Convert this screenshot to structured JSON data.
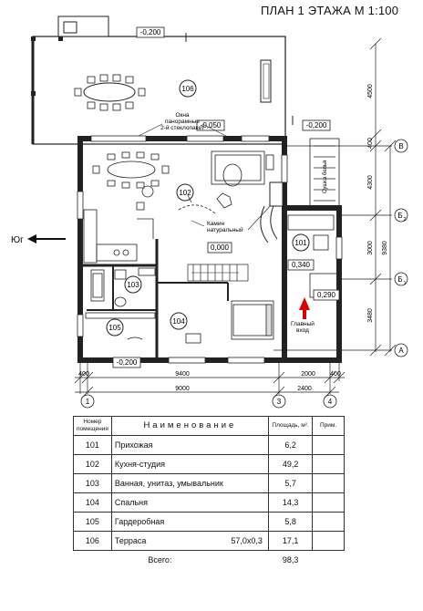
{
  "title": "ПЛАН 1 ЭТАЖА М 1:100",
  "labels": {
    "south": "Юг",
    "windows": [
      "Окна",
      "панорамные",
      "2-й стеклопакет"
    ],
    "fireplace": [
      "Камин",
      "натуральный"
    ],
    "entrance": [
      "Главный",
      "вход"
    ],
    "sauna": "Сушка белья"
  },
  "levels": {
    "terrace_top": "-0,200",
    "terrace_step": "-0,050",
    "right_top": "-0,200",
    "floor": "0,000",
    "porch": "0,340",
    "porch_step": "0,290",
    "bottom": "-0,200"
  },
  "rooms": {
    "r101": "101",
    "r102": "102",
    "r103": "103",
    "r104": "104",
    "r105": "105",
    "r106": "106"
  },
  "dims": {
    "v1": "4500",
    "v2": "400",
    "v3": "4300",
    "v4": "3000",
    "v5": "9380",
    "v6": "3480",
    "h1": "400",
    "h2": "9400",
    "h3": "2000",
    "h4": "400",
    "h5": "9000",
    "h6": "2400"
  },
  "axes": {
    "B": "В",
    "B2": "Б",
    "B2sub": "2",
    "B1": "Б",
    "B1sub": "1",
    "A": "А",
    "n1": "1",
    "n3": "3",
    "n4": "4"
  },
  "table": {
    "headers": {
      "num": "Номер помещения",
      "name": "Наименование",
      "area": "Площадь, м².",
      "note": "Прим."
    },
    "rows": [
      {
        "num": "101",
        "name": "Прихожая",
        "extra": "",
        "area": "6,2"
      },
      {
        "num": "102",
        "name": "Кухня-студия",
        "extra": "",
        "area": "49,2"
      },
      {
        "num": "103",
        "name": "Ванная, унитаз, умывальник",
        "extra": "",
        "area": "5,7"
      },
      {
        "num": "104",
        "name": "Спальня",
        "extra": "",
        "area": "14,3"
      },
      {
        "num": "105",
        "name": "Гардеробная",
        "extra": "",
        "area": "5,8"
      },
      {
        "num": "106",
        "name": "Терраса",
        "extra": "57,0х0,3",
        "area": "17,1"
      }
    ],
    "total_label": "Всего:",
    "total": "98,3"
  }
}
